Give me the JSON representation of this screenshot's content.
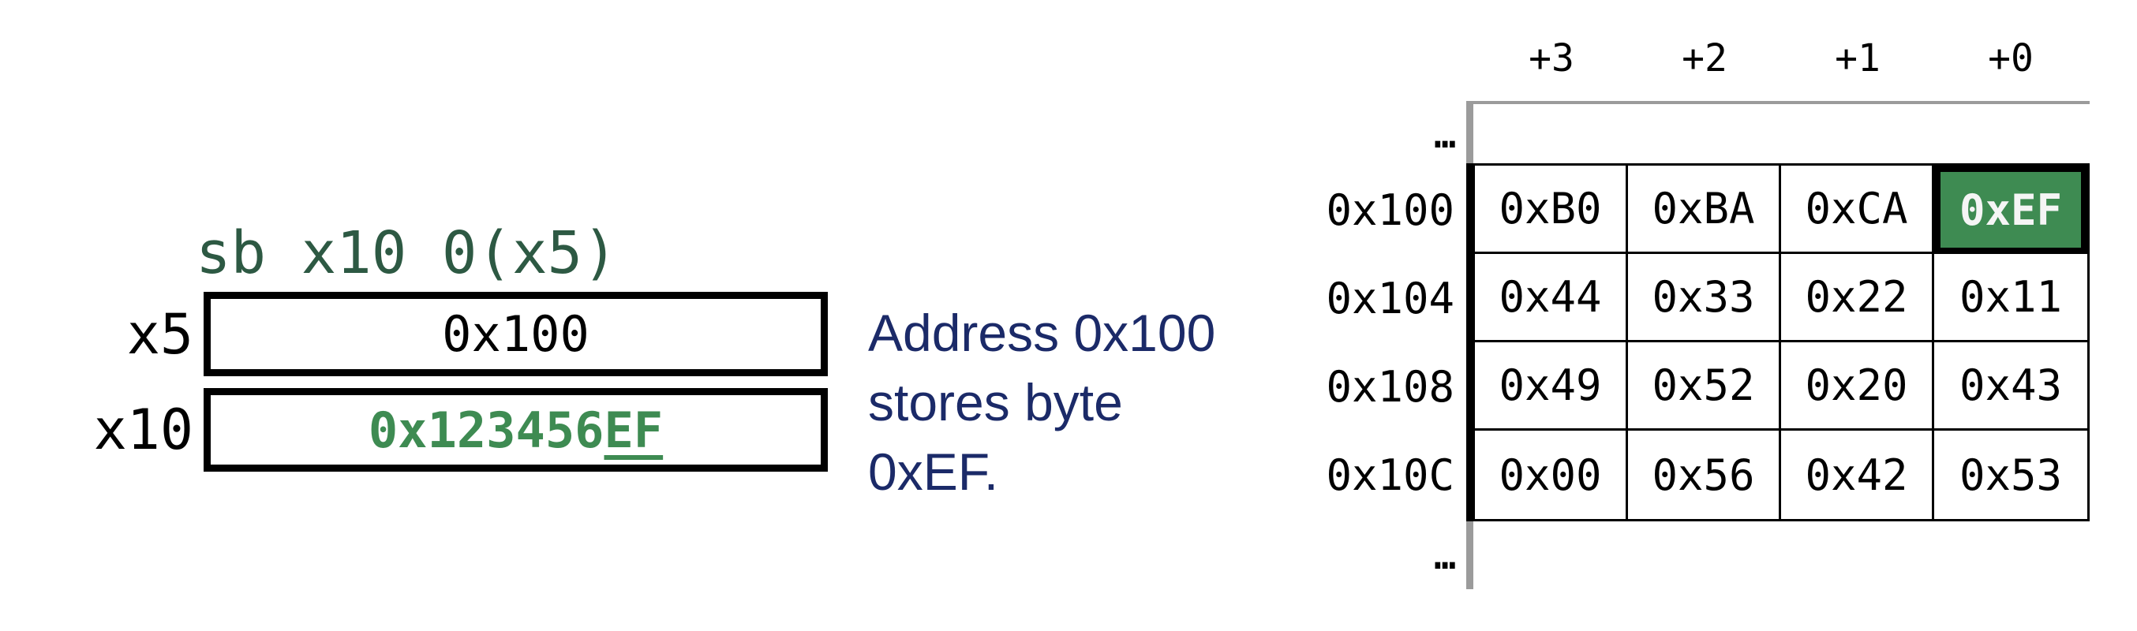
{
  "instruction": "sb x10 0(x5)",
  "registers": {
    "x5": {
      "name": "x5",
      "value": "0x100"
    },
    "x10": {
      "name": "x10",
      "value_prefix": "0x123456",
      "value_stored_byte": "EF"
    }
  },
  "caption": {
    "lines": [
      "Address 0x100",
      "stores byte",
      "0xEF."
    ]
  },
  "memory": {
    "byte_offsets": [
      "+3",
      "+2",
      "+1",
      "+0"
    ],
    "ellipsis": "…",
    "rows": [
      {
        "address": "0x100",
        "cells": [
          "0xB0",
          "0xBA",
          "0xCA",
          "0xEF"
        ]
      },
      {
        "address": "0x104",
        "cells": [
          "0x44",
          "0x33",
          "0x22",
          "0x11"
        ]
      },
      {
        "address": "0x108",
        "cells": [
          "0x49",
          "0x52",
          "0x20",
          "0x43"
        ]
      },
      {
        "address": "0x10C",
        "cells": [
          "0x00",
          "0x56",
          "0x42",
          "0x53"
        ]
      }
    ],
    "highlighted_cell": {
      "address": "0x100",
      "offset": "+0",
      "value": "0xEF"
    }
  },
  "colors": {
    "instruction_green": "#2d5943",
    "value_green": "#3e8b52",
    "caption_navy": "#1b2a68",
    "extent_gray": "#9b9b9b",
    "highlight_text": "#f5f5f5",
    "border_black": "#000000",
    "background": "#ffffff"
  }
}
